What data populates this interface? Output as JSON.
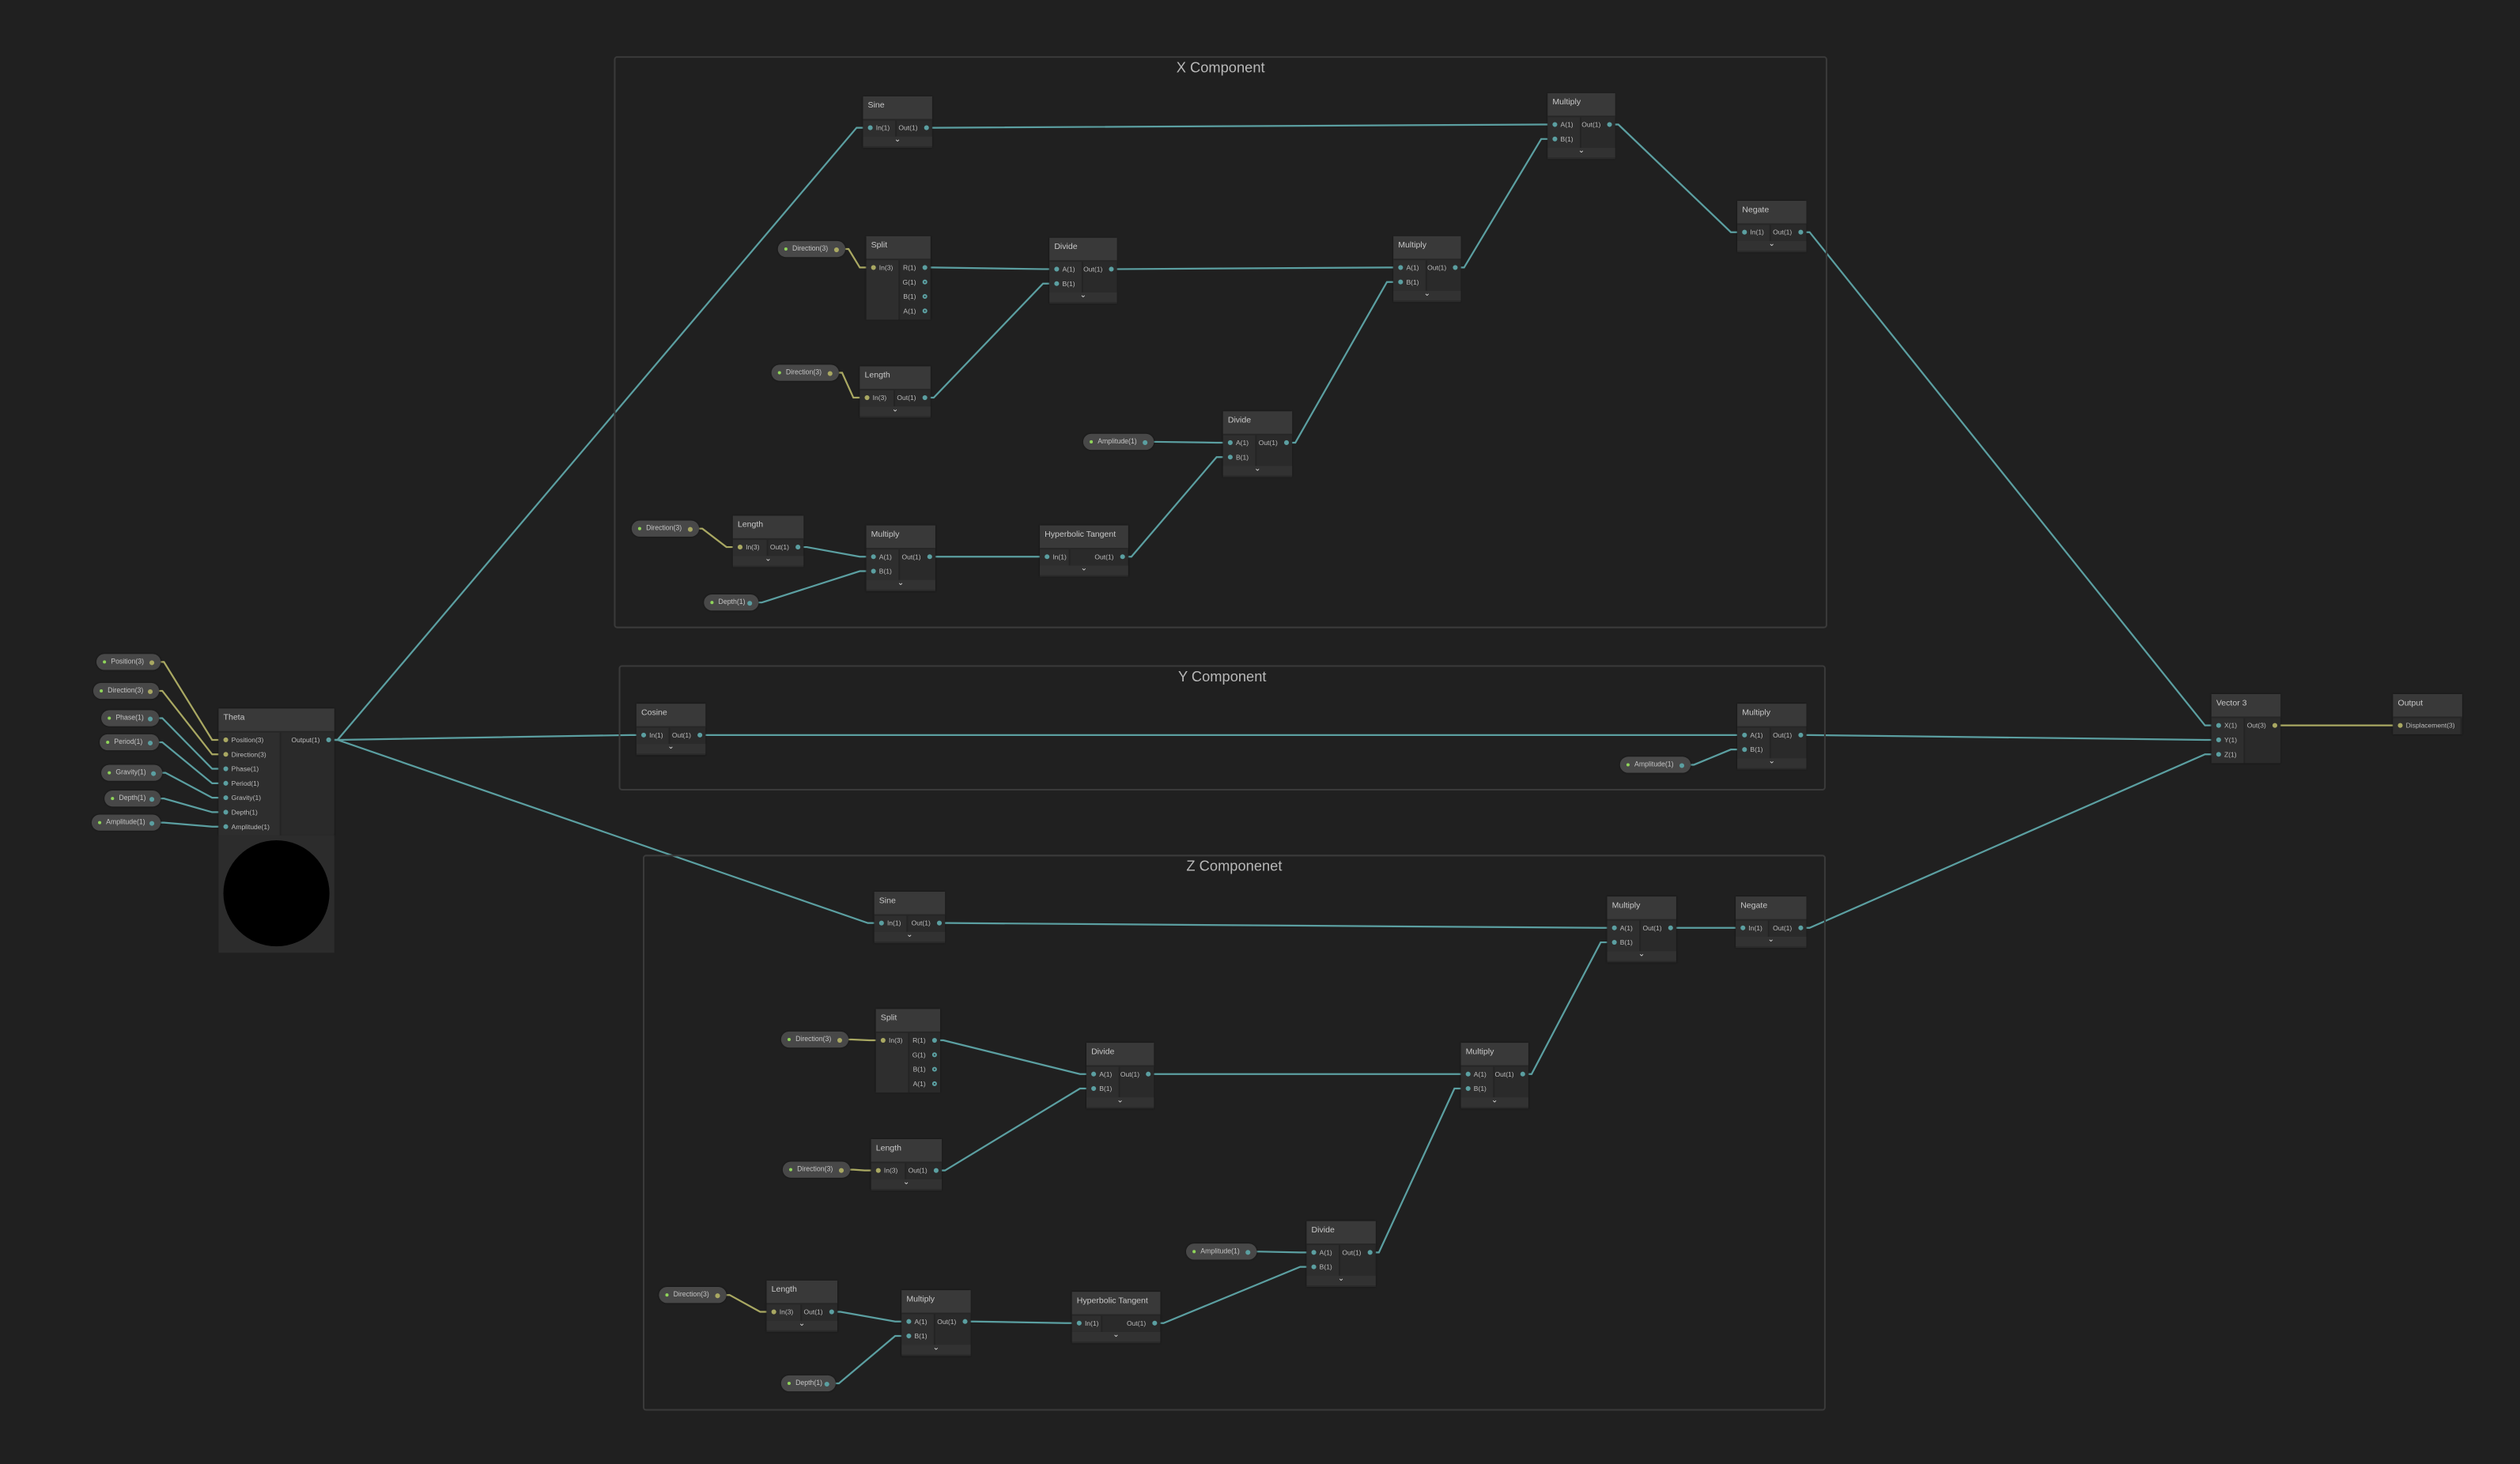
{
  "groups": {
    "x": "X Component",
    "y": "Y Component",
    "z": "Z Componenet"
  },
  "properties": {
    "position": "Position(3)",
    "direction": "Direction(3)",
    "phase": "Phase(1)",
    "period": "Period(1)",
    "gravity": "Gravity(1)",
    "depth": "Depth(1)",
    "amplitude": "Amplitude(1)"
  },
  "nodes": {
    "theta": {
      "title": "Theta",
      "inputs": [
        "Position(3)",
        "Direction(3)",
        "Phase(1)",
        "Period(1)",
        "Gravity(1)",
        "Depth(1)",
        "Amplitude(1)"
      ],
      "outputs": [
        "Output(1)"
      ]
    },
    "x_sine": {
      "title": "Sine",
      "inputs": [
        "In(1)"
      ],
      "outputs": [
        "Out(1)"
      ]
    },
    "x_split": {
      "title": "Split",
      "inputs": [
        "In(3)"
      ],
      "outputs": [
        "R(1)",
        "G(1)",
        "B(1)",
        "A(1)"
      ]
    },
    "x_divide1": {
      "title": "Divide",
      "inputs": [
        "A(1)",
        "B(1)"
      ],
      "outputs": [
        "Out(1)"
      ]
    },
    "x_multiply_mid": {
      "title": "Multiply",
      "inputs": [
        "A(1)",
        "B(1)"
      ],
      "outputs": [
        "Out(1)"
      ]
    },
    "x_multiply_top": {
      "title": "Multiply",
      "inputs": [
        "A(1)",
        "B(1)"
      ],
      "outputs": [
        "Out(1)"
      ]
    },
    "x_negate": {
      "title": "Negate",
      "inputs": [
        "In(1)"
      ],
      "outputs": [
        "Out(1)"
      ]
    },
    "x_length1": {
      "title": "Length",
      "inputs": [
        "In(3)"
      ],
      "outputs": [
        "Out(1)"
      ]
    },
    "x_divide2": {
      "title": "Divide",
      "inputs": [
        "A(1)",
        "B(1)"
      ],
      "outputs": [
        "Out(1)"
      ]
    },
    "x_length2": {
      "title": "Length",
      "inputs": [
        "In(3)"
      ],
      "outputs": [
        "Out(1)"
      ]
    },
    "x_multiply_low": {
      "title": "Multiply",
      "inputs": [
        "A(1)",
        "B(1)"
      ],
      "outputs": [
        "Out(1)"
      ]
    },
    "x_tanh": {
      "title": "Hyperbolic Tangent",
      "inputs": [
        "In(1)"
      ],
      "outputs": [
        "Out(1)"
      ]
    },
    "y_cosine": {
      "title": "Cosine",
      "inputs": [
        "In(1)"
      ],
      "outputs": [
        "Out(1)"
      ]
    },
    "y_multiply": {
      "title": "Multiply",
      "inputs": [
        "A(1)",
        "B(1)"
      ],
      "outputs": [
        "Out(1)"
      ]
    },
    "z_sine": {
      "title": "Sine",
      "inputs": [
        "In(1)"
      ],
      "outputs": [
        "Out(1)"
      ]
    },
    "z_multiply_top": {
      "title": "Multiply",
      "inputs": [
        "A(1)",
        "B(1)"
      ],
      "outputs": [
        "Out(1)"
      ]
    },
    "z_negate": {
      "title": "Negate",
      "inputs": [
        "In(1)"
      ],
      "outputs": [
        "Out(1)"
      ]
    },
    "z_split": {
      "title": "Split",
      "inputs": [
        "In(3)"
      ],
      "outputs": [
        "R(1)",
        "G(1)",
        "B(1)",
        "A(1)"
      ]
    },
    "z_divide1": {
      "title": "Divide",
      "inputs": [
        "A(1)",
        "B(1)"
      ],
      "outputs": [
        "Out(1)"
      ]
    },
    "z_multiply_mid": {
      "title": "Multiply",
      "inputs": [
        "A(1)",
        "B(1)"
      ],
      "outputs": [
        "Out(1)"
      ]
    },
    "z_length1": {
      "title": "Length",
      "inputs": [
        "In(3)"
      ],
      "outputs": [
        "Out(1)"
      ]
    },
    "z_divide2": {
      "title": "Divide",
      "inputs": [
        "A(1)",
        "B(1)"
      ],
      "outputs": [
        "Out(1)"
      ]
    },
    "z_length2": {
      "title": "Length",
      "inputs": [
        "In(3)"
      ],
      "outputs": [
        "Out(1)"
      ]
    },
    "z_multiply_low": {
      "title": "Multiply",
      "inputs": [
        "A(1)",
        "B(1)"
      ],
      "outputs": [
        "Out(1)"
      ]
    },
    "z_tanh": {
      "title": "Hyperbolic Tangent",
      "inputs": [
        "In(1)"
      ],
      "outputs": [
        "Out(1)"
      ]
    },
    "vector3": {
      "title": "Vector 3",
      "inputs": [
        "X(1)",
        "Y(1)",
        "Z(1)"
      ],
      "outputs": [
        "Out(3)"
      ]
    },
    "output": {
      "title": "Output",
      "inputs": [
        "Displacement(3)"
      ],
      "outputs": []
    }
  },
  "colors": {
    "float": "#5b9fa1",
    "vector3": "#a9a862",
    "background": "#202020"
  }
}
